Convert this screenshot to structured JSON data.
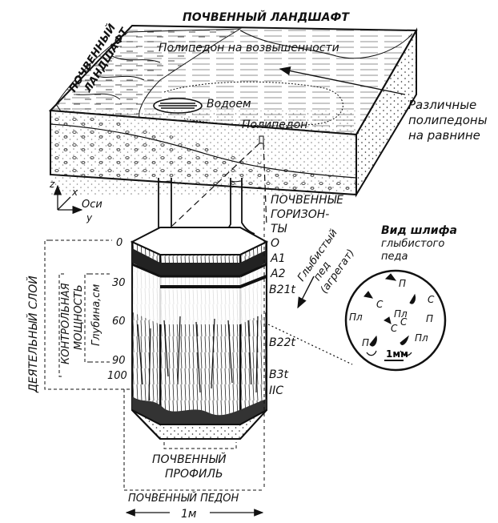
{
  "landscape": {
    "title": "ПОЧВЕННЫЙ ЛАНДШАФТ",
    "side_title_line1": "ПОЧВЕННЫЙ",
    "side_title_line2": "ЛАНДШАФТ",
    "upland_polypedon": "Полипедон на возвышенности",
    "pond": "Водоем",
    "polypedon": "Полипедон",
    "plain_line1": "Различные",
    "plain_line2": "полипедоны",
    "plain_line3": "на равнине"
  },
  "axes": {
    "z": "z",
    "x": "x",
    "y": "y",
    "label": "Оси"
  },
  "horizons": {
    "title_line1": "ПОЧВЕННЫЕ",
    "title_line2": "ГОРИЗОН-",
    "title_line3": "ТЫ",
    "items": [
      "O",
      "A1",
      "A2",
      "B21t",
      "B22t",
      "B3t",
      "IIC"
    ]
  },
  "depth": {
    "ticks": [
      "0",
      "30",
      "60",
      "90",
      "100"
    ],
    "axis_label": "Глубина,см",
    "control_line1": "КОНТРОЛЬНАЯ",
    "control_line2": "МОЩНОСТЬ",
    "active_layer": "ДЕЯТЕЛЬНЫЙ СЛОЙ"
  },
  "ped": {
    "line1": "Глыбистый",
    "line2": "пед",
    "line3": "(агрегат)"
  },
  "thin_section": {
    "title_line1": "Вид шлифа",
    "title_line2": "глыбистого",
    "title_line3": "педа",
    "labels": [
      "П",
      "С",
      "С",
      "Пл",
      "Пл",
      "С",
      "С",
      "П",
      "П",
      "Пл"
    ],
    "scale": "1мм"
  },
  "profile": {
    "line1": "ПОЧВЕННЫЙ",
    "line2": "ПРОФИЛЬ"
  },
  "pedon": {
    "label": "ПОЧВЕННЫЙ ПЕДОН",
    "width": "1м"
  }
}
